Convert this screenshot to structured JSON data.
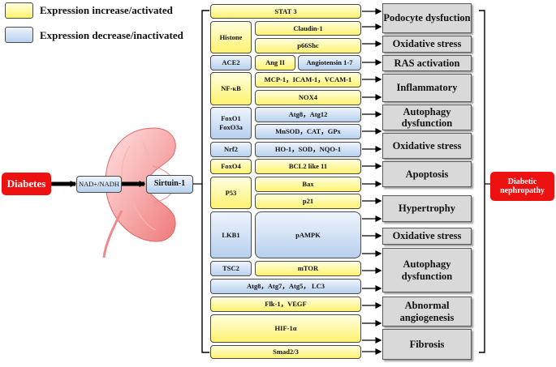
{
  "legend": {
    "increase": "Expression  increase/activated",
    "decrease": "Expression  decrease/inactivated",
    "increase_color": "#fff26f",
    "decrease_color": "#b7d0ee"
  },
  "pathway": {
    "diabetes": "Diabetes",
    "nad": "NAD+/NADH",
    "sirtuin": "Sirtuin-1",
    "outcome": "Diabetic nephropathy"
  },
  "mediators": {
    "stat3": "STAT 3",
    "histone": "Histone",
    "claudin": "Claudin-1",
    "p66shc": "p66Shc",
    "ace2": "ACE2",
    "ang2": "Ang II",
    "ang17": "Angiotensin 1-7",
    "nfkb": "NF-κB",
    "mcp": "MCP-1，ICAM-1，VCAM-1",
    "nox4": "NOX4",
    "foxo1": "FoxO1",
    "foxo3a": "FoxO3a",
    "atg8_12": "Atg8，Atg12",
    "mnsod": "MnSOD，CAT，GPx",
    "nrf2": "Nrf2",
    "ho1": "HO-1，SOD，NQO-1",
    "foxo4": "FoxO4",
    "bcl2": "BCL2 like 11",
    "p53": "P53",
    "bax": "Bax",
    "p21": "p21",
    "lkb1": "LKB1",
    "pampk": "pAMPK",
    "tsc2": "TSC2",
    "mtor": "mTOR",
    "atg_list": "Atg8，Atg7，Atg5，  LC3",
    "flk": "Flk-1，VEGF",
    "hif": "HIF-1α",
    "smad": "Smad2/3"
  },
  "outcomes": [
    "Podocyte dysfuction",
    "Oxidative stress",
    "RAS activation",
    "Inflammatory",
    "Autophagy dysfunction",
    "Oxidative stress",
    "Apoptosis",
    "Hypertrophy",
    "Oxidative stress",
    "Autophagy dysfunction",
    "Abnormal angiogenesis",
    "Fibrosis"
  ]
}
